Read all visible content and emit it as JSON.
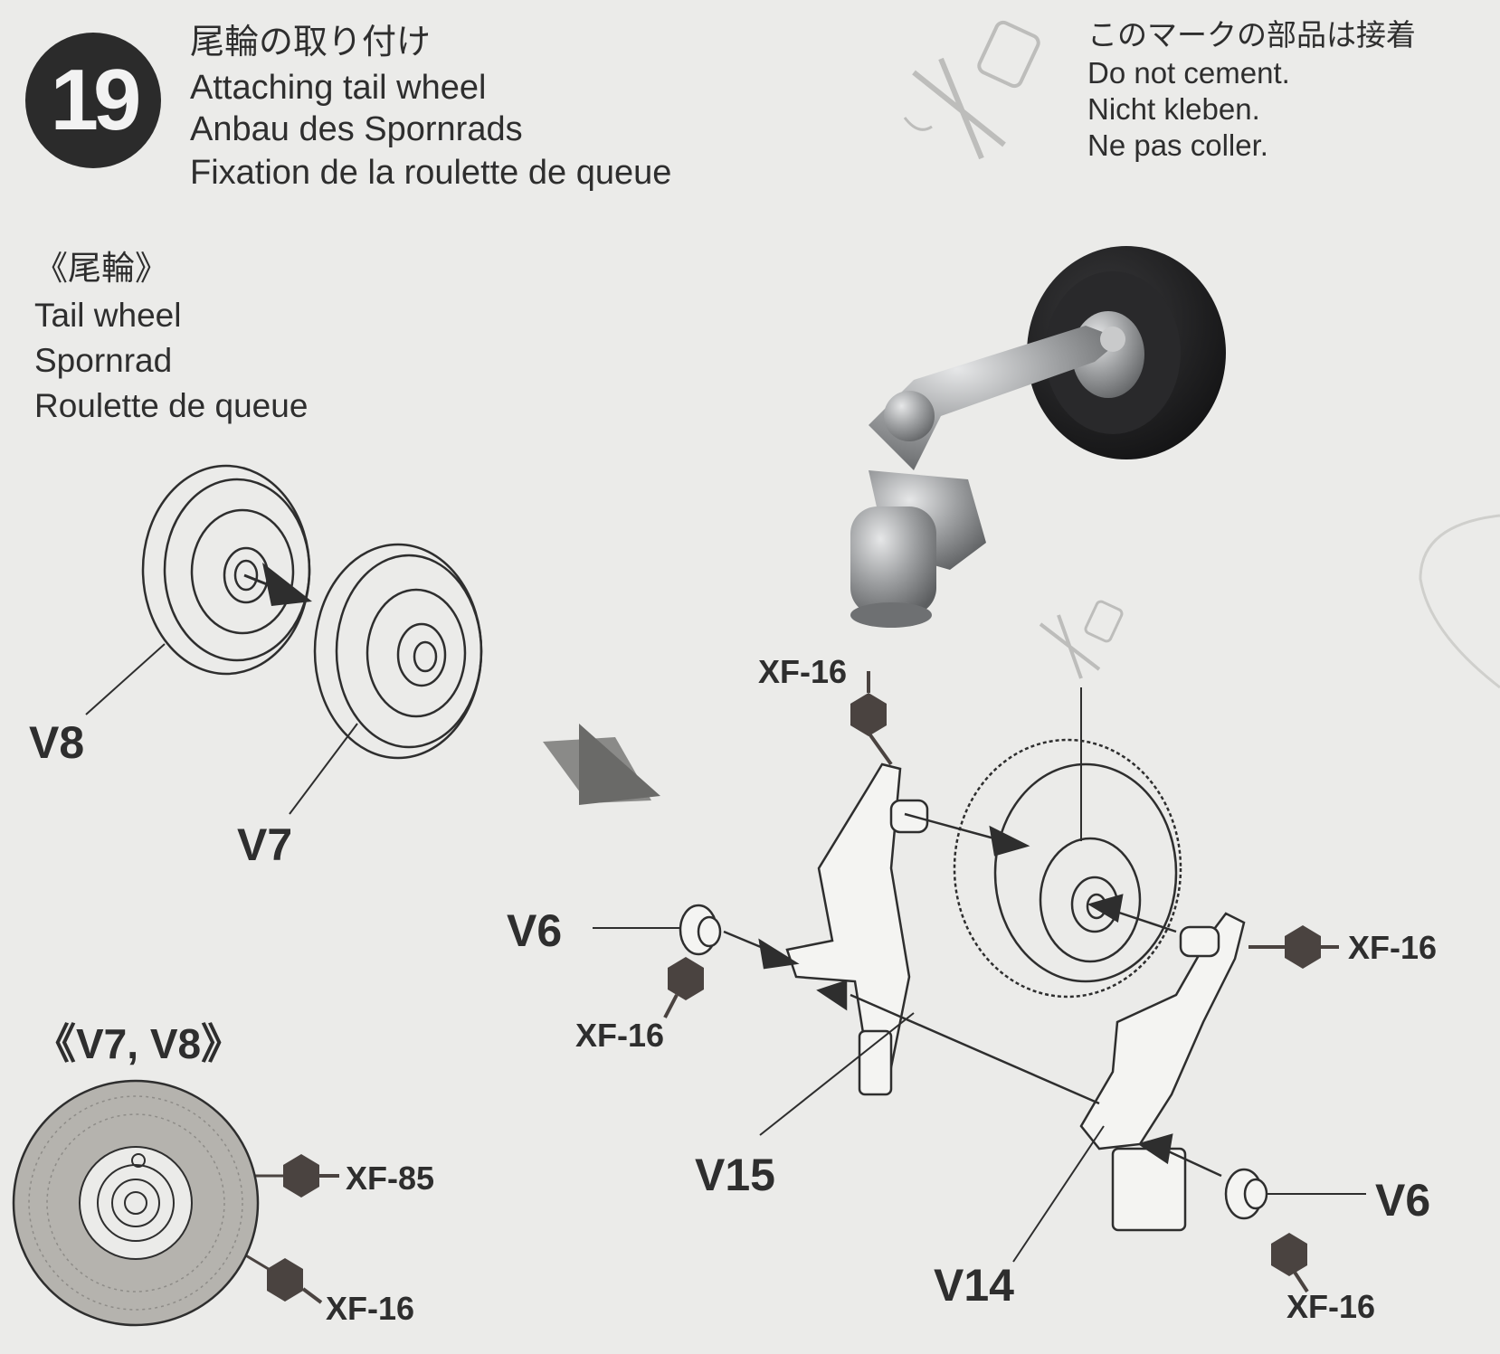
{
  "step": {
    "number": "19"
  },
  "title": {
    "ja": "尾輪の取り付け",
    "en": "Attaching tail wheel",
    "de": "Anbau des Spornrads",
    "fr": "Fixation de la roulette de queue"
  },
  "note": {
    "ja": "このマークの部品は接着",
    "en": "Do not cement.",
    "de": "Nicht kleben.",
    "fr": "Ne pas coller."
  },
  "subassembly": {
    "ja": "《尾輪》",
    "en": "Tail wheel",
    "de": "Spornrad",
    "fr": "Roulette de queue"
  },
  "wheel_detail_heading": "《V7, V8》",
  "parts": {
    "v8": "V8",
    "v7": "V7",
    "v6_left": "V6",
    "v15": "V15",
    "v14": "V14",
    "v6_right": "V6"
  },
  "paints": {
    "xf16_top": "XF-16",
    "xf16_right": "XF-16",
    "xf16_left": "XF-16",
    "xf85": "XF-85",
    "xf16_detail": "XF-16",
    "xf16_bottom": "XF-16"
  },
  "colors": {
    "ink": "#2e2e2e",
    "paper": "#ebebe9",
    "hex_paint": "#4a4340",
    "tire_fill": "#b5b3ae",
    "metal": "#9a9c9e",
    "rubber": "#1c1c1e"
  },
  "icons": [
    "do-not-cement-icon",
    "paint-hex-icon",
    "assembly-direction-arrow-icon"
  ]
}
